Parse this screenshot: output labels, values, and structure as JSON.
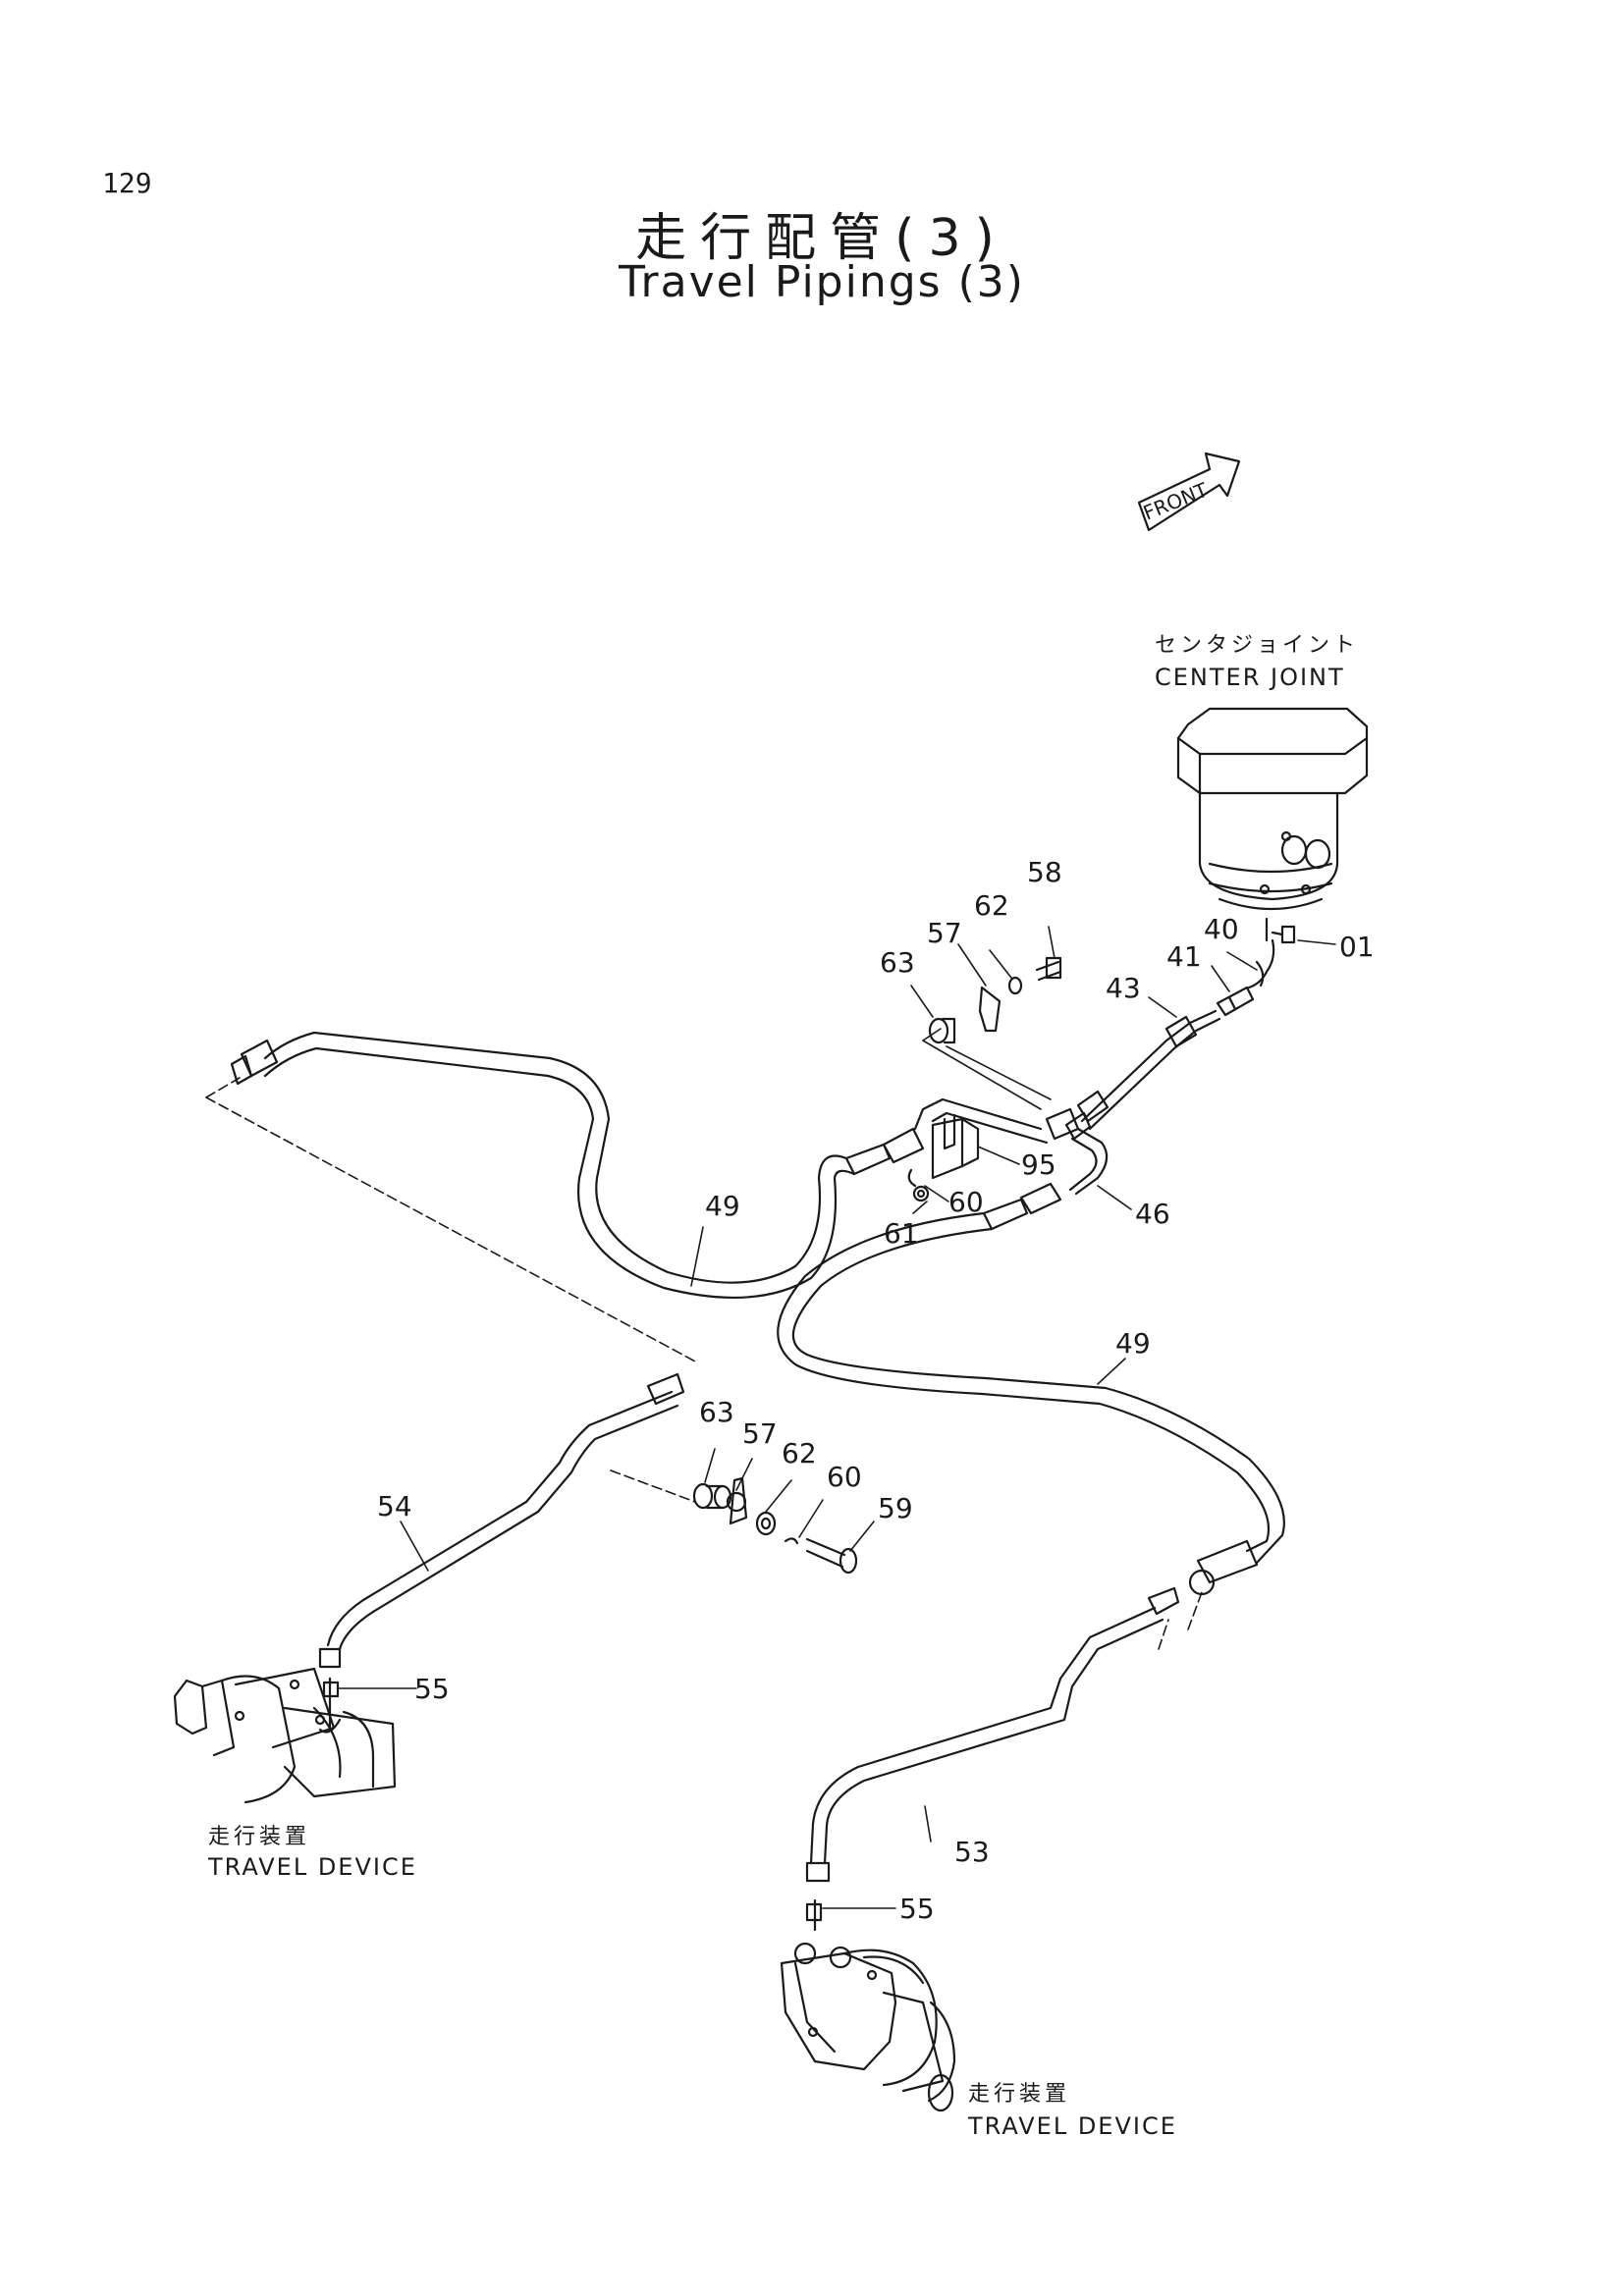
{
  "page_number": "129",
  "title": {
    "jp": "走行配管(3)",
    "en": "Travel Pipings (3)"
  },
  "front_label": "FRONT",
  "components": {
    "center_joint": {
      "jp": "センタジョイント",
      "en": "CENTER JOINT"
    },
    "travel_device_left": {
      "jp": "走行装置",
      "en": "TRAVEL DEVICE"
    },
    "travel_device_right": {
      "jp": "走行装置",
      "en": "TRAVEL DEVICE"
    }
  },
  "callouts": [
    {
      "id": "c58",
      "text": "58"
    },
    {
      "id": "c62a",
      "text": "62"
    },
    {
      "id": "c57a",
      "text": "57"
    },
    {
      "id": "c63a",
      "text": "63"
    },
    {
      "id": "c40",
      "text": "40"
    },
    {
      "id": "c41",
      "text": "41"
    },
    {
      "id": "c01",
      "text": "01"
    },
    {
      "id": "c43",
      "text": "43"
    },
    {
      "id": "c95",
      "text": "95"
    },
    {
      "id": "c60a",
      "text": "60"
    },
    {
      "id": "c61",
      "text": "61"
    },
    {
      "id": "c46",
      "text": "46"
    },
    {
      "id": "c49a",
      "text": "49"
    },
    {
      "id": "c49b",
      "text": "49"
    },
    {
      "id": "c63b",
      "text": "63"
    },
    {
      "id": "c57b",
      "text": "57"
    },
    {
      "id": "c62b",
      "text": "62"
    },
    {
      "id": "c60b",
      "text": "60"
    },
    {
      "id": "c59",
      "text": "59"
    },
    {
      "id": "c54",
      "text": "54"
    },
    {
      "id": "c55a",
      "text": "55"
    },
    {
      "id": "c53",
      "text": "53"
    },
    {
      "id": "c55b",
      "text": "55"
    }
  ]
}
